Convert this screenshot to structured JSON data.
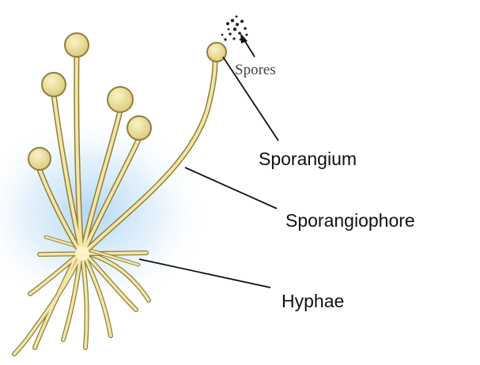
{
  "labels": {
    "spores": "Spores",
    "sporangium": "Sporangium",
    "sporangiophore": "Sporangiophore",
    "hyphae": "Hyphae"
  },
  "colors": {
    "hypha_fill": "#f2e6a8",
    "hypha_stroke": "#8f7f3a",
    "head_fill": "#e9db8f",
    "glow": "#a9d3f2",
    "leader": "#111111"
  }
}
